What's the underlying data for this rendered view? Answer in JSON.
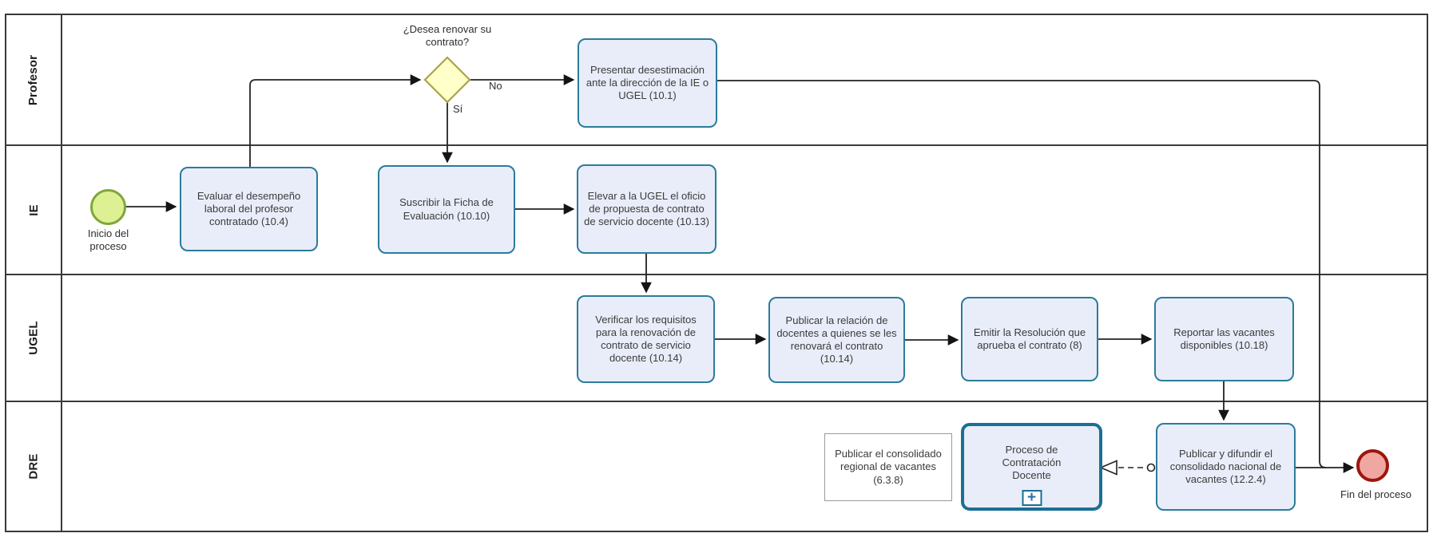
{
  "lanes": [
    {
      "label": "Profesor"
    },
    {
      "label": "IE"
    },
    {
      "label": "UGEL"
    },
    {
      "label": "DRE"
    }
  ],
  "start_event": {
    "label": "Inicio del proceso"
  },
  "end_event": {
    "label": "Fin del proceso"
  },
  "gateway": {
    "question": "¿Desea renovar su contrato?",
    "label_no": "No",
    "label_yes": "Sí"
  },
  "tasks": {
    "presentar": "Presentar desestimación ante la dirección de la IE o UGEL (10.1)",
    "evaluar": "Evaluar el desempeño laboral del profesor contratado (10.4)",
    "suscribir": "Suscribir la Ficha de Evaluación (10.10)",
    "elevar": "Elevar a la UGEL el oficio de propuesta de contrato de servicio docente (10.13)",
    "verificar": "Verificar los requisitos para la renovación de contrato de servicio docente (10.14)",
    "publicar_relacion": "Publicar la relación de docentes a quienes se les renovará el contrato (10.14)",
    "emitir": "Emitir la Resolución que aprueba el contrato (8)",
    "reportar": "Reportar las vacantes disponibles (10.18)",
    "publicar_regional": "Publicar el consolidado regional de vacantes (6.3.8)",
    "proceso_contratacion": "Proceso de Contratación Docente",
    "publicar_difundir": "Publicar y difundir el consolidado nacional de vacantes (12.2.4)"
  },
  "icons": {
    "subprocess_plus": "+"
  },
  "colors": {
    "task_fill": "#e9edf9",
    "task_border": "#2b7c9b",
    "subprocess_border": "#1b6f94",
    "gateway_fill": "#feffc9",
    "gateway_border": "#a8a546",
    "start_fill": "#ddf094",
    "start_border": "#81a63c",
    "end_fill": "#f0a7a1",
    "end_border": "#9e150e",
    "line": "#222222",
    "lane_border": "#3a3a3a"
  }
}
